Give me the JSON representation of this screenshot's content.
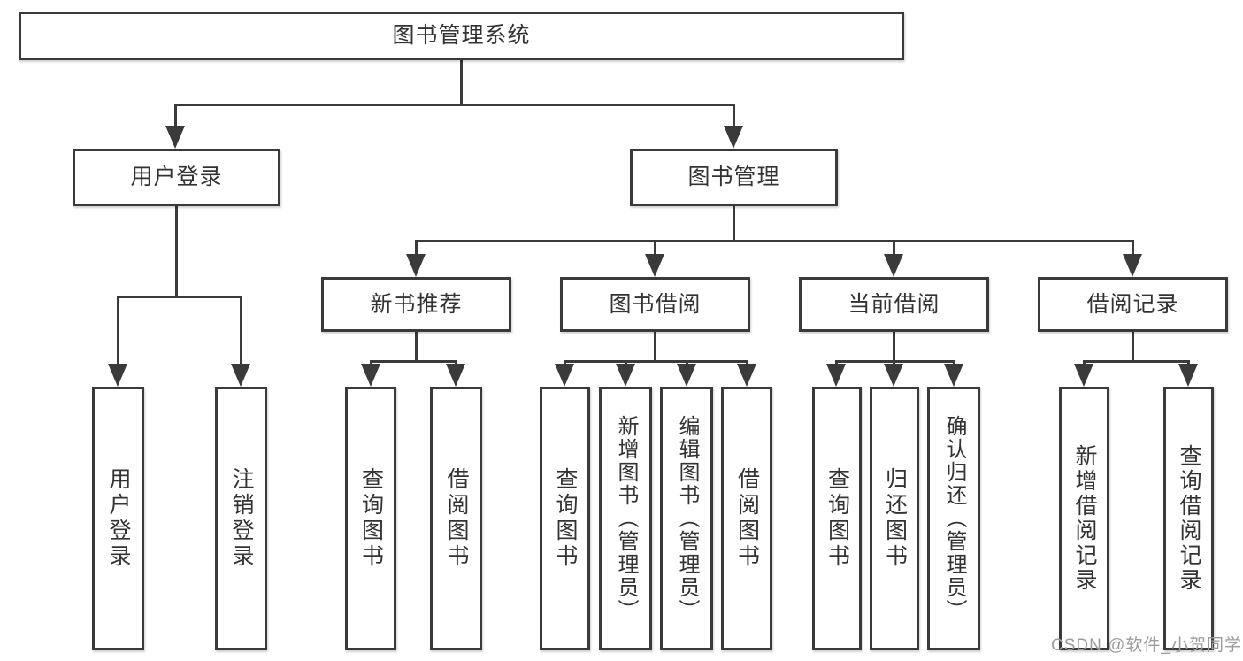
{
  "tree": {
    "label": "图书管理系统",
    "children": [
      {
        "label": "用户登录",
        "children": [
          {
            "label": "用户登录"
          },
          {
            "label": "注销登录"
          }
        ]
      },
      {
        "label": "图书管理",
        "children": [
          {
            "label": "新书推荐",
            "children": [
              {
                "label": "查询图书"
              },
              {
                "label": "借阅图书"
              }
            ]
          },
          {
            "label": "图书借阅",
            "children": [
              {
                "label": "查询图书"
              },
              {
                "label": "新增图书（管理员）"
              },
              {
                "label": "编辑图书（管理员）"
              },
              {
                "label": "借阅图书"
              }
            ]
          },
          {
            "label": "当前借阅",
            "children": [
              {
                "label": "查询图书"
              },
              {
                "label": "归还图书"
              },
              {
                "label": "确认归还（管理员）"
              }
            ]
          },
          {
            "label": "借阅记录",
            "children": [
              {
                "label": "新增借阅记录"
              },
              {
                "label": "查询借阅记录"
              }
            ]
          }
        ]
      }
    ]
  },
  "watermark": "CSDN @软件_小贺同学",
  "colors": {
    "line": "#3a3a3a",
    "text": "#333333",
    "watermark": "#9c9c9c",
    "background": "#ffffff"
  }
}
